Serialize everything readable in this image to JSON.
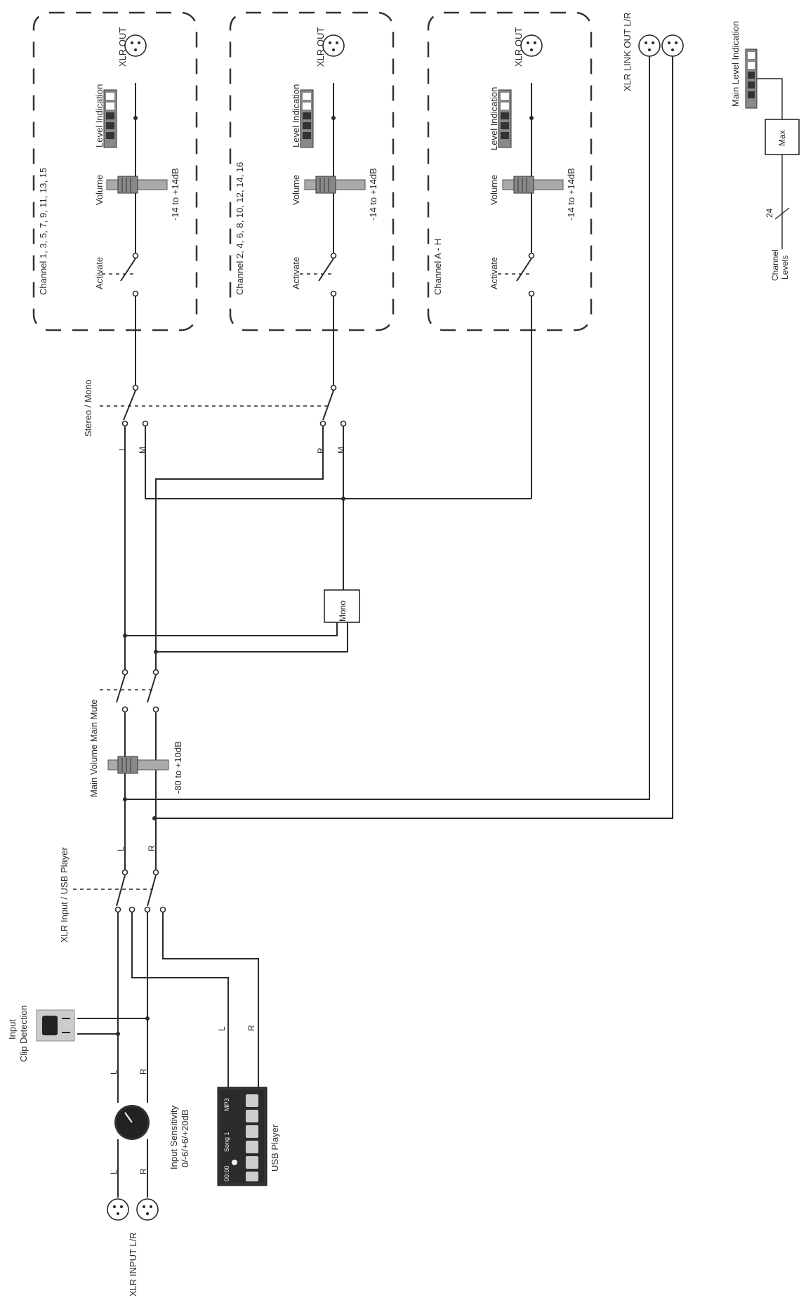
{
  "channel_groups": [
    {
      "label": "Channel 1, 3, 5, 7, 9, 11, 13, 15",
      "activate": "Activate",
      "volume": "Volume",
      "range": "-14 to +14dB",
      "level": "Level Indication",
      "out": "XLR OUT"
    },
    {
      "label": "Channel 2, 4, 6, 8, 10, 12, 14, 16",
      "activate": "Activate",
      "volume": "Volume",
      "range": "-14 to +14dB",
      "level": "Level Indication",
      "out": "XLR OUT"
    },
    {
      "label": "Channel A - H",
      "activate": "Activate",
      "volume": "Volume",
      "range": "-14 to +14dB",
      "level": "Level Indication",
      "out": "XLR OUT"
    }
  ],
  "link_out": "XLR LINK OUT L/R",
  "main_level": {
    "label": "Main Level Indication",
    "max": "Max",
    "bus_count": "24",
    "channel_levels_1": "Channel",
    "channel_levels_2": "Levels"
  },
  "stereo_mono": "Stereo / Mono",
  "mono_block": "Mono",
  "main_volume": {
    "label": "Main Volume Main Mute",
    "range": "-80 to +10dB"
  },
  "source_select": "XLR Input / USB Player",
  "clip": {
    "line1": "Input",
    "line2": "Clip Detection"
  },
  "input_sensitivity": {
    "line1": "Input Sensitivity",
    "line2": "0/-6/+6/+20dB"
  },
  "usb_player": {
    "label": "USB Player",
    "time": "00:00",
    "song": "Song 1",
    "format": "MP3"
  },
  "xlr_input": "XLR INPUT L/R",
  "signals": {
    "l": "L",
    "r": "R",
    "m": "M"
  }
}
